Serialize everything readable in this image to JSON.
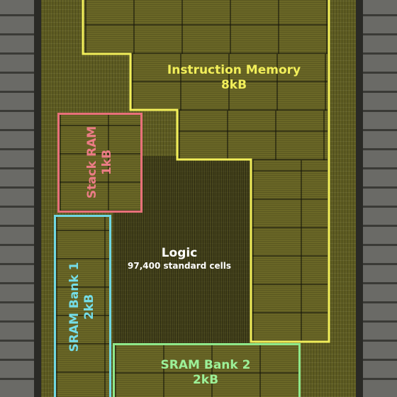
{
  "regions": {
    "instruction_memory": {
      "name": "Instruction Memory",
      "size": "8kB",
      "color": "#f2ef5a"
    },
    "stack_ram": {
      "name": "Stack RAM",
      "size": "1kB",
      "color": "#e8707a"
    },
    "logic": {
      "name": "Logic",
      "detail": "97,400 standard cells",
      "color": "#ffffff"
    },
    "sram_bank_1": {
      "name": "SRAM Bank 1",
      "size": "2kB",
      "color": "#6fd8e4"
    },
    "sram_bank_2": {
      "name": "SRAM Bank 2",
      "size": "2kB",
      "color": "#8ee88a"
    }
  }
}
